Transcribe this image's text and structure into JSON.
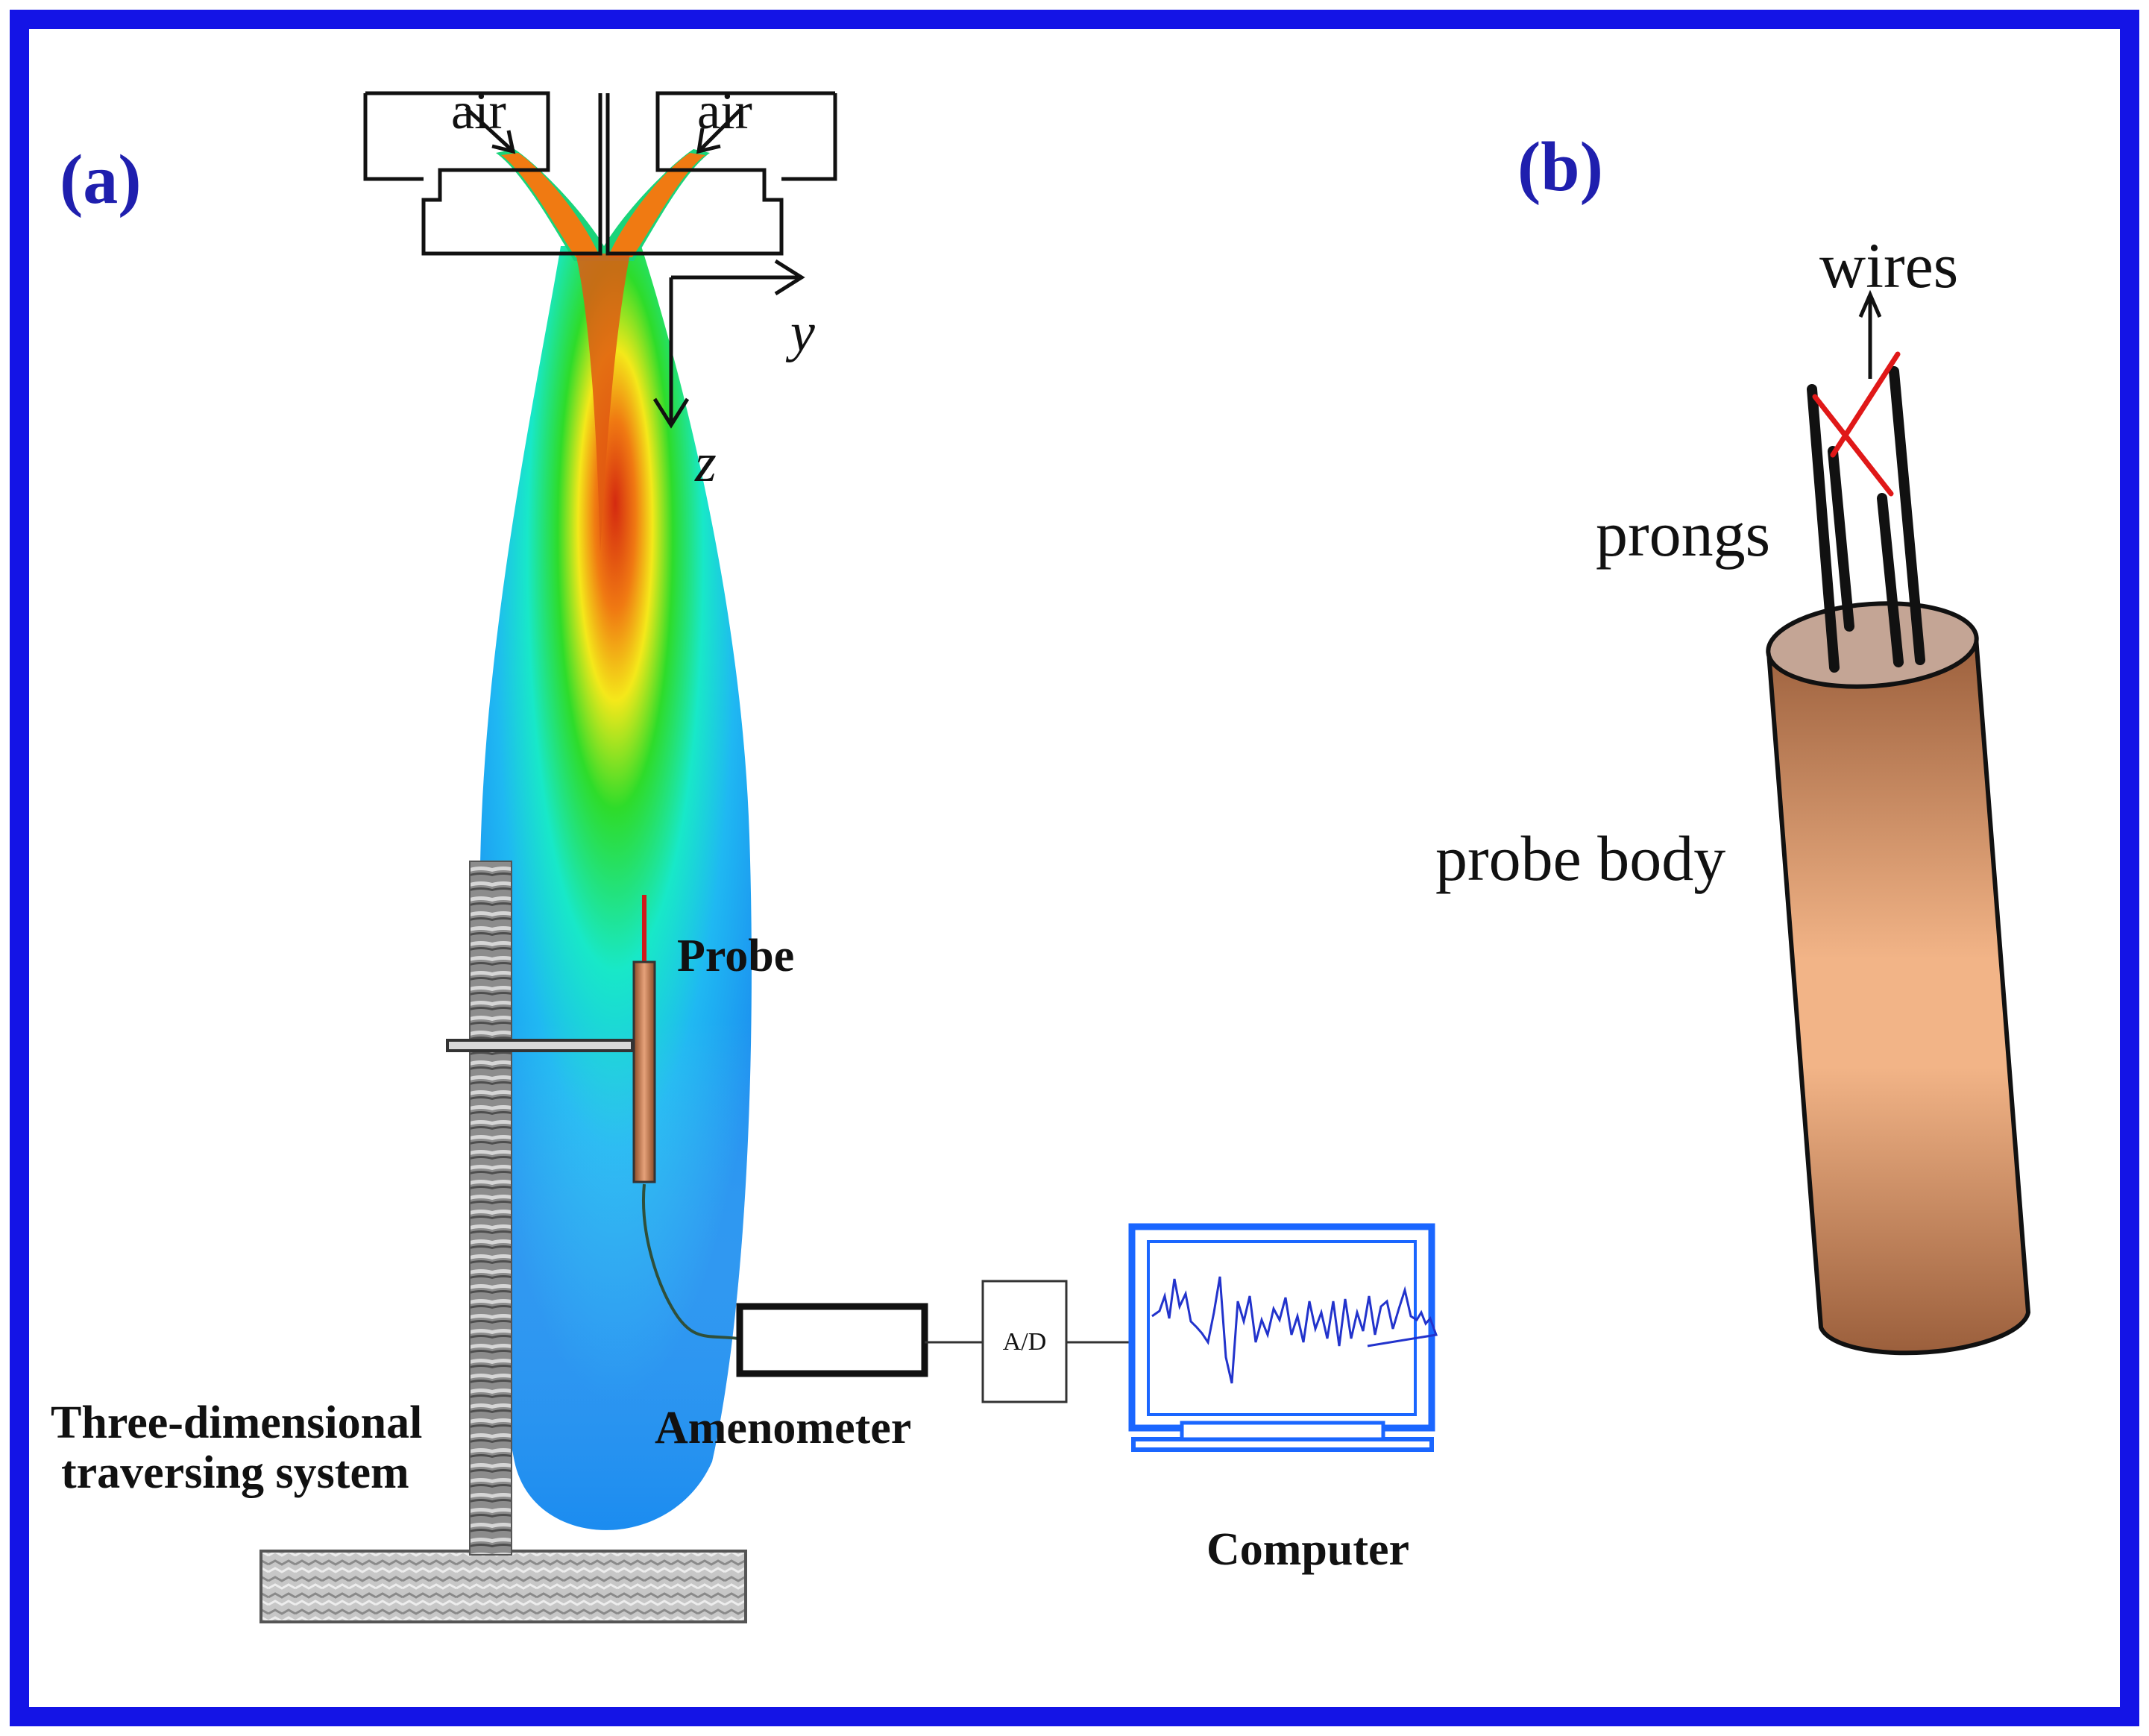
{
  "panel_a": {
    "label": "(a)",
    "inlet_left_label": "air",
    "inlet_right_label": "air",
    "axis_y_label": "y",
    "axis_z_label": "z",
    "probe_label": "Probe",
    "traverse_label_line1": "Three-dimensional",
    "traverse_label_line2": "traversing system",
    "anemometer_label": "Amenometer",
    "adc_label": "A/D",
    "computer_label": "Computer"
  },
  "panel_b": {
    "label": "(b)",
    "wires_label": "wires",
    "prongs_label": "prongs",
    "body_label": "probe body"
  },
  "colors": {
    "frame": "#1414e6",
    "panel_label": "#1f1fae",
    "monitor": "#1a66ff",
    "signal": "#2233cc",
    "wire_cross": "#e01818",
    "body_mid": "#f2b487",
    "body_edge": "#9b5f3c",
    "body_top": "#c4a595"
  }
}
